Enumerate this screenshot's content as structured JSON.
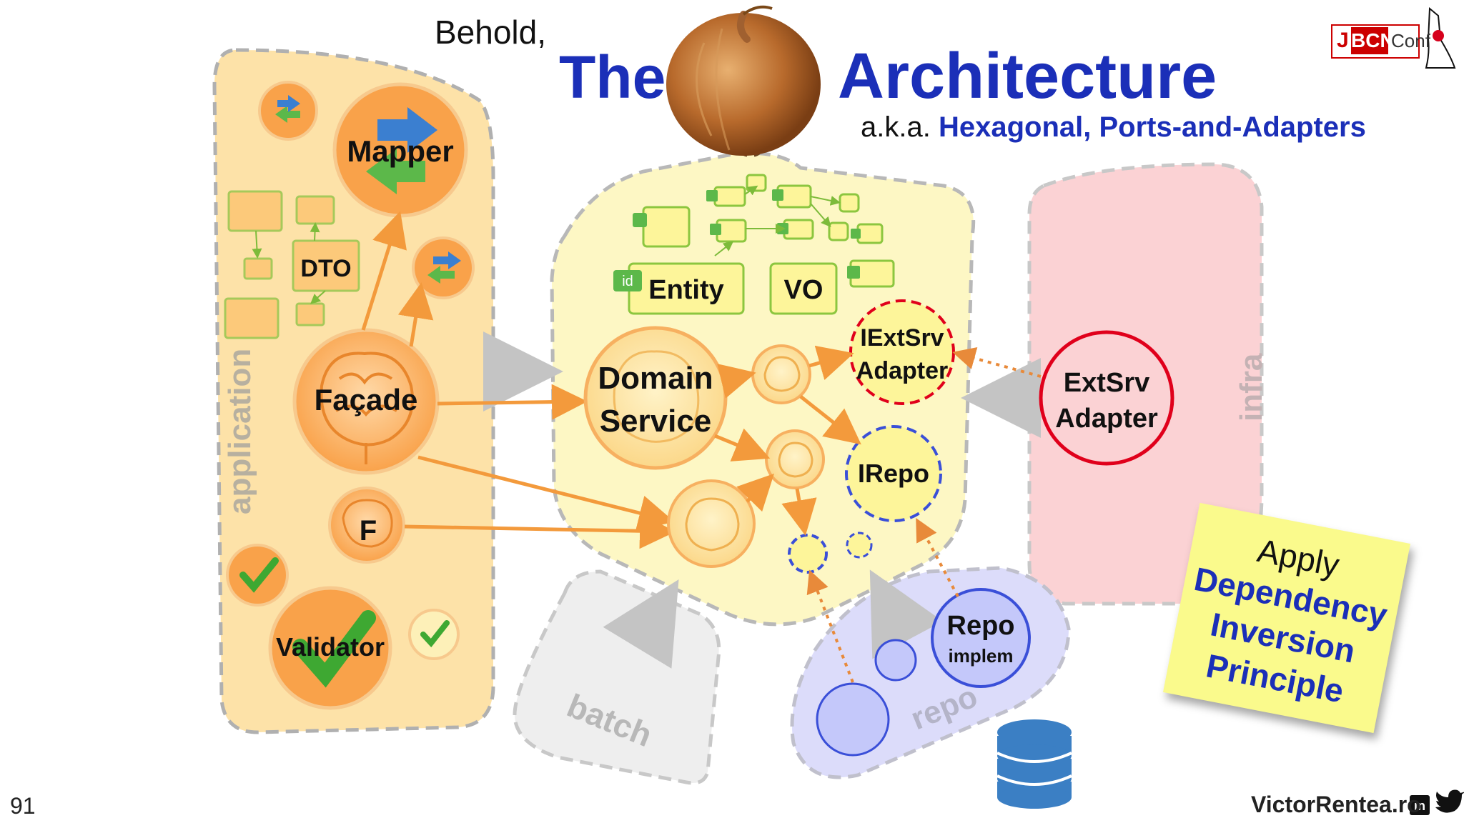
{
  "slide": {
    "behold": "Behold,",
    "title_the": "The",
    "title_architecture": "Architecture",
    "aka_prefix": "a.k.a. ",
    "aka_names": "Hexagonal, Ports-and-Adapters",
    "slide_number": "91",
    "author": "VictorRentea.ro"
  },
  "logo": {
    "j": "J",
    "bcn": "BCN",
    "conf": "Conf"
  },
  "zones": {
    "application": "application",
    "infra": "infra",
    "batch": "batch",
    "repo": "repo"
  },
  "nodes": {
    "mapper": "Mapper",
    "dto": "DTO",
    "facade": "Façade",
    "f": "F",
    "validator": "Validator",
    "entity": "Entity",
    "entity_id": "id",
    "vo": "VO",
    "domain_service_line1": "Domain",
    "domain_service_line2": "Service",
    "iextsrv_line1": "IExtSrv",
    "iextsrv_line2": "Adapter",
    "irepo": "IRepo",
    "extsrv_line1": "ExtSrv",
    "extsrv_line2": "Adapter",
    "repo_impl_line1": "Repo",
    "repo_impl_line2": "implem"
  },
  "sticky": {
    "apply": "Apply",
    "line1": "Dependency",
    "line2": "Inversion",
    "line3": "Principle"
  },
  "colors": {
    "title_blue": "#1b2fb8",
    "application_fill": "#fde2a8",
    "domain_fill": "#fdf7c4",
    "infra_fill": "#fbd2d4",
    "repo_fill": "#dcdcfa",
    "batch_fill": "#eeeeee",
    "orange_arrow": "#f39a3c",
    "port_red": "#e0001b",
    "port_blue": "#3a4fd8",
    "sticky_yellow": "#fafa8c"
  },
  "icons": [
    "onion-icon",
    "database-icon",
    "linkedin-icon",
    "twitter-icon",
    "brain-icon",
    "checkmark-icon",
    "swap-arrows-icon",
    "java-duke-icon"
  ]
}
